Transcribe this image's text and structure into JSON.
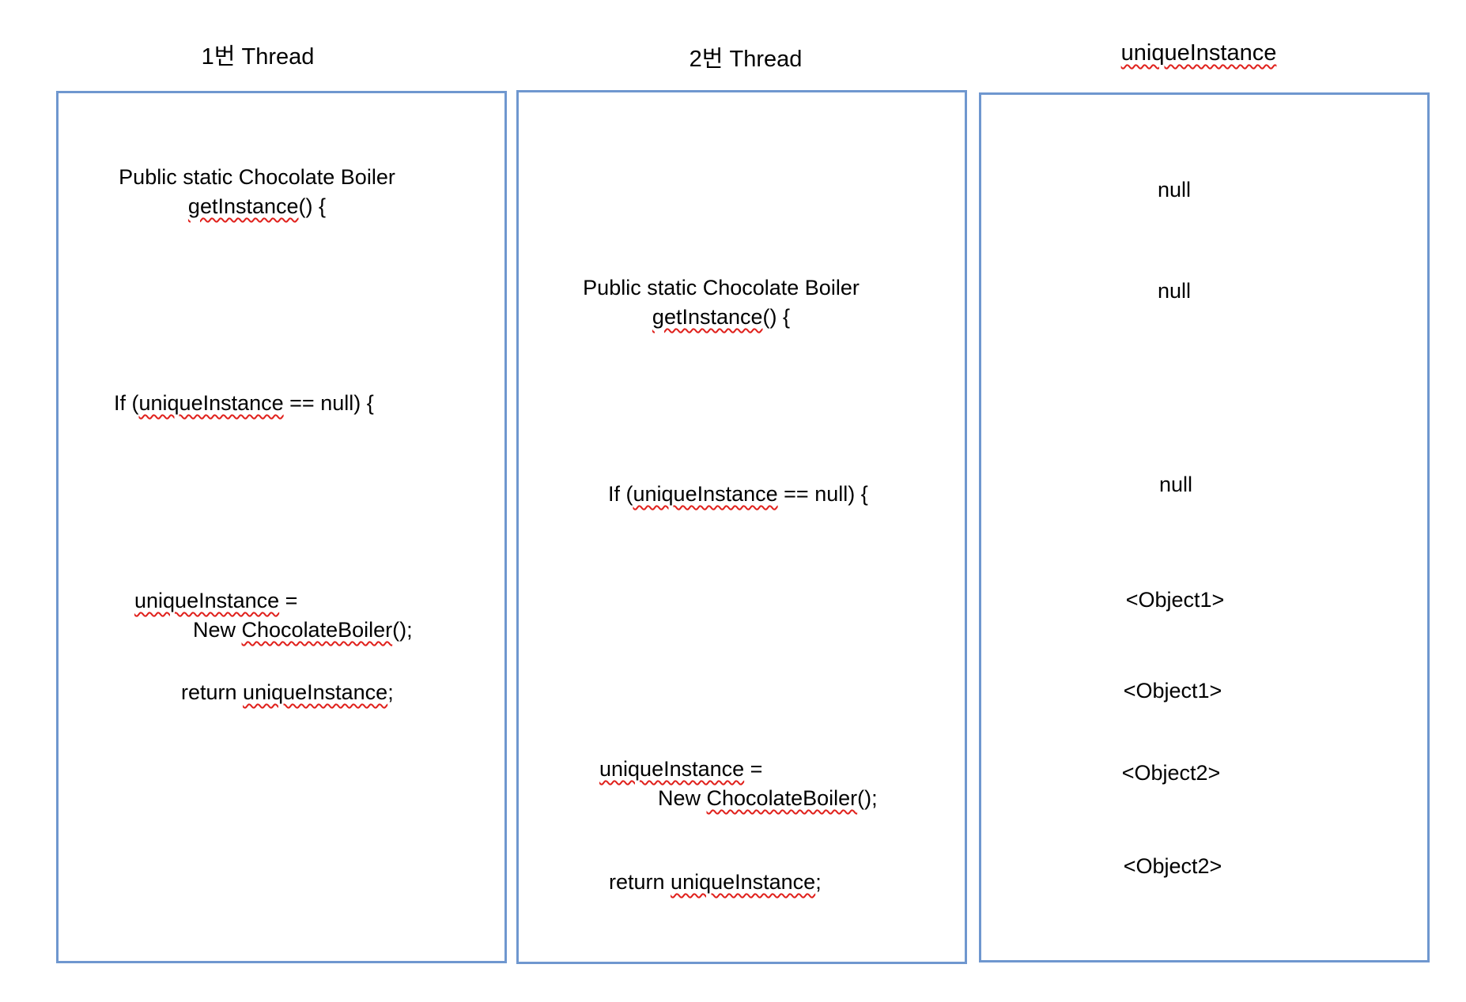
{
  "columns": {
    "thread1_title": "1번 Thread",
    "thread2_title": "2번 Thread",
    "instance_title": "uniqueInstance"
  },
  "thread1": {
    "method_line1": "Public static Chocolate Boiler",
    "method_line2_a": "getInstance",
    "method_line2_b": "() {",
    "if_a": "If (",
    "if_b": "uniqueInstance",
    "if_c": " == null) {",
    "assign_a": "uniqueInstance",
    "assign_b": " =",
    "new_a": "New ",
    "new_b": "ChocolateBoiler",
    "new_c": "();",
    "return_a": "return ",
    "return_b": "uniqueInstance",
    "return_c": ";"
  },
  "thread2": {
    "method_line1": "Public static Chocolate Boiler",
    "method_line2_a": "getInstance",
    "method_line2_b": "() {",
    "if_a": "If (",
    "if_b": "uniqueInstance",
    "if_c": " == null) {",
    "assign_a": "uniqueInstance",
    "assign_b": " =",
    "new_a": "New ",
    "new_b": "ChocolateBoiler",
    "new_c": "();",
    "return_a": "return ",
    "return_b": "uniqueInstance",
    "return_c": ";"
  },
  "instance_values": [
    "null",
    "null",
    "null",
    "<Object1>",
    "<Object1>",
    "<Object2>",
    "<Object2>"
  ],
  "colors": {
    "panel_border": "#6f97cf",
    "spellcheck_underline": "#e0201b"
  }
}
